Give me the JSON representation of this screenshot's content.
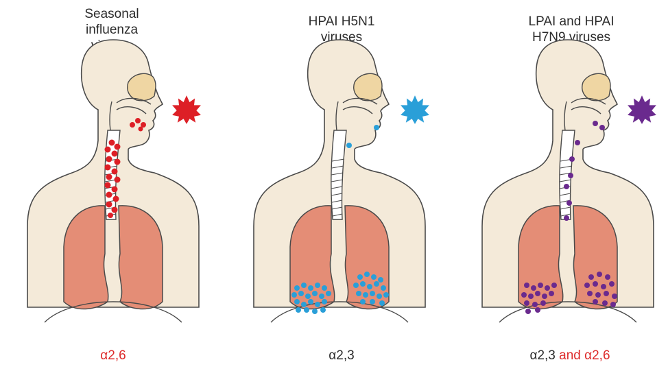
{
  "colors": {
    "skin": "#f4ead9",
    "outline": "#4a4a4a",
    "lung": "#e48d76",
    "sinus": "#efd6a3",
    "seasonal": "#dd1f26",
    "h5n1": "#2a9fd8",
    "h7n9": "#6a2a8e",
    "caption_red": "#dd2a2a",
    "caption_dark": "#2b2b2b"
  },
  "panels": [
    {
      "title_lines": [
        "Seasonal",
        "influenza",
        "viruses"
      ],
      "virus_icon": "spiky-virus-icon",
      "infection_site": "upper-respiratory-tract",
      "caption": {
        "part1": "α2,6",
        "part2": ""
      }
    },
    {
      "title_lines": [
        "HPAI H5N1",
        "viruses"
      ],
      "virus_icon": "spiky-virus-icon",
      "infection_site": "lower-respiratory-tract",
      "caption": {
        "part1": "α2,3",
        "part2": ""
      }
    },
    {
      "title_lines": [
        "LPAI and HPAI",
        "H7N9 viruses"
      ],
      "virus_icon": "spiky-virus-icon",
      "infection_site": "upper-and-lower-respiratory-tract",
      "caption": {
        "part1": "α2,3",
        "part2": " and α2,6"
      }
    }
  ]
}
